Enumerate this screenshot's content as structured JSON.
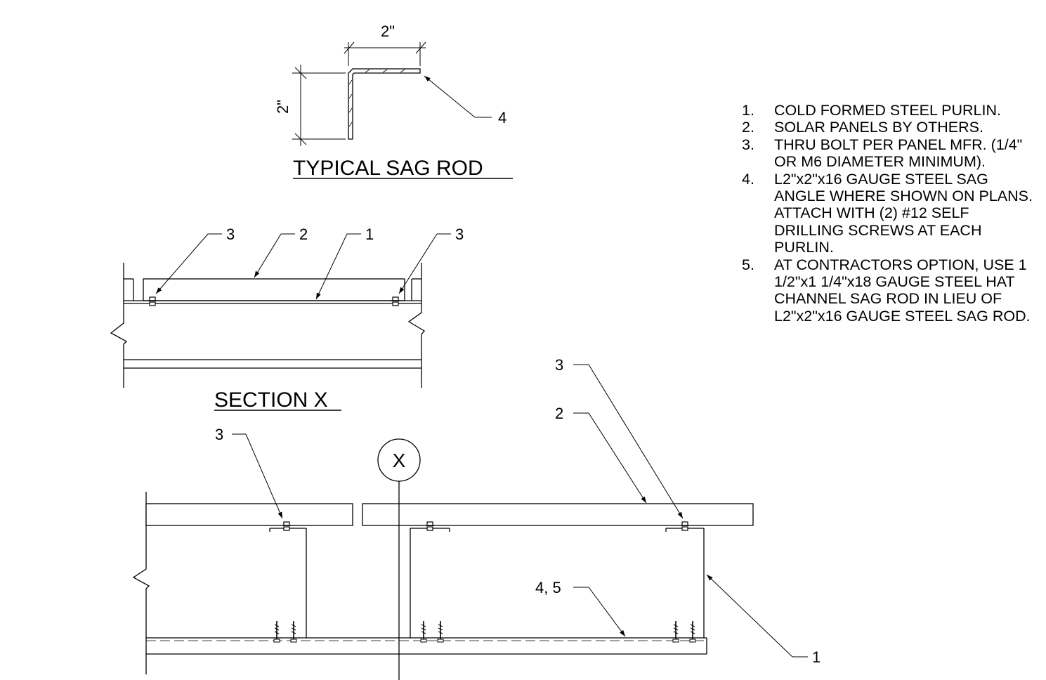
{
  "sag_rod_detail": {
    "title": "TYPICAL SAG ROD",
    "dim_horizontal": "2\"",
    "dim_vertical": "2\"",
    "callout": "4"
  },
  "section_x": {
    "title": "SECTION X",
    "callouts": [
      "3",
      "2",
      "1",
      "3"
    ]
  },
  "plan_view": {
    "section_marker": "X",
    "callouts": {
      "bolt_left": "3",
      "bolt_right": "3",
      "panel": "2",
      "sag_angle": "4, 5",
      "purlin": "1"
    }
  },
  "notes": [
    {
      "num": "1.",
      "text": "COLD FORMED STEEL PURLIN."
    },
    {
      "num": "2.",
      "text": "SOLAR PANELS BY OTHERS."
    },
    {
      "num": "3.",
      "text": "THRU BOLT PER PANEL MFR. (1/4\" OR M6 DIAMETER MINIMUM)."
    },
    {
      "num": "4.",
      "text": "L2\"x2\"x16 GAUGE STEEL SAG ANGLE WHERE SHOWN ON PLANS. ATTACH WITH (2) #12 SELF DRILLING SCREWS AT EACH PURLIN."
    },
    {
      "num": "5.",
      "text": "AT CONTRACTORS OPTION, USE 1 1/2\"x1 1/4\"x18 GAUGE STEEL HAT CHANNEL SAG ROD IN LIEU OF L2\"x2\"x16 GAUGE STEEL SAG ROD."
    }
  ]
}
